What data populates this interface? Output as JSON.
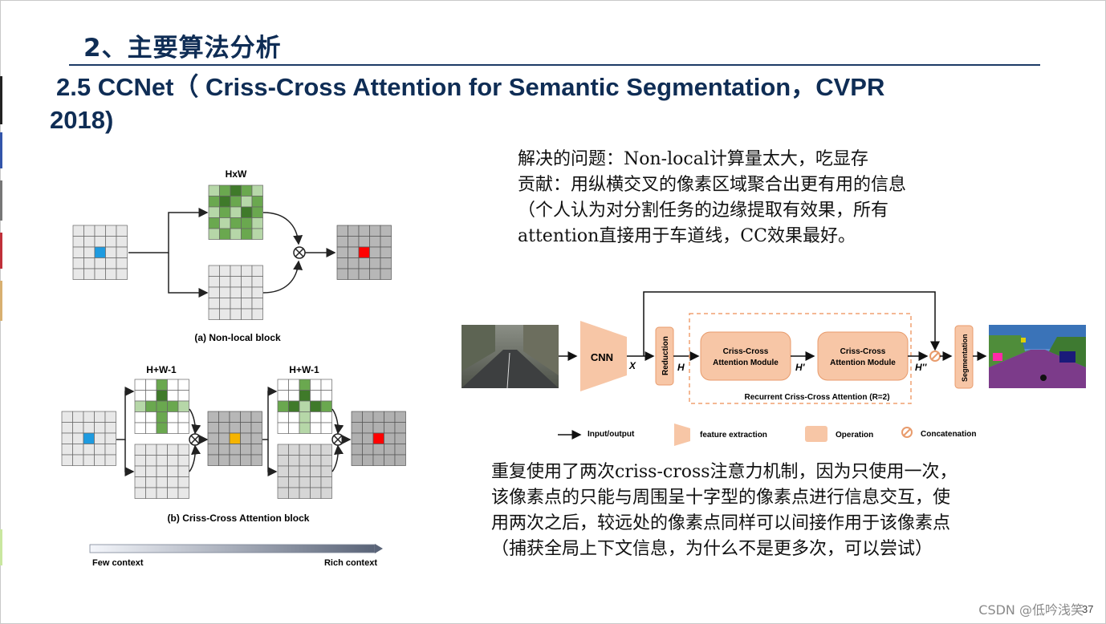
{
  "slide": {
    "section_title": "2、主要算法分析",
    "subtitle_line1": "2.5  CCNet（ Criss-Cross Attention for Semantic Segmentation，CVPR",
    "subtitle_line2": "2018)",
    "page_number": "37",
    "watermark": "CSDN @低吟浅笑"
  },
  "notes_top": [
    "解决的问题：Non-local计算量太大，吃显存",
    "贡献：用纵横交叉的像素区域聚合出更有用的信息",
    "（个人认为对分割任务的边缘提取有效果，所有",
    "attention直接用于车道线，CC效果最好。"
  ],
  "notes_bottom": [
    "重复使用了两次criss-cross注意力机制，因为只使用一次，",
    "该像素点的只能与周围呈十字型的像素点进行信息交互，使",
    "用两次之后，较远处的像素点同样可以间接作用于该像素点",
    "（捕获全局上下文信息，为什么不是更多次，可以尝试）"
  ],
  "figure_left": {
    "label_hxw": "HxW",
    "caption_a": "(a) Non-local block",
    "label_hw1_a": "H+W-1",
    "label_hw1_b": "H+W-1",
    "caption_b": "(b) Criss-Cross Attention block",
    "few_context": "Few context",
    "rich_context": "Rich context",
    "colors": {
      "query_blue": "#1e9be0",
      "mid_orange": "#f5b400",
      "out_red": "#ff0000",
      "green_dark": "#3f7a2a",
      "green_mid": "#6aa84f",
      "green_light": "#b6d7a8"
    }
  },
  "figure_right": {
    "cnn": "CNN",
    "x": "X",
    "reduction": "Reduction",
    "h": "H",
    "module1_line1": "Criss-Cross",
    "module1_line2": "Attention Module",
    "h_prime": "H'",
    "module2_line1": "Criss-Cross",
    "module2_line2": "Attention Module",
    "h_double": "H''",
    "segmentation": "Segmentation",
    "recurrent_caption": "Recurrent Criss-Cross Attention (R=2)",
    "legend_io": "Input/output",
    "legend_fe": "feature extraction",
    "legend_op": "Operation",
    "legend_cat": "Concatenation",
    "colors": {
      "block_fill": "#f7c6a6",
      "block_stroke": "#e89b6c",
      "dashed": "#f0a070"
    }
  }
}
